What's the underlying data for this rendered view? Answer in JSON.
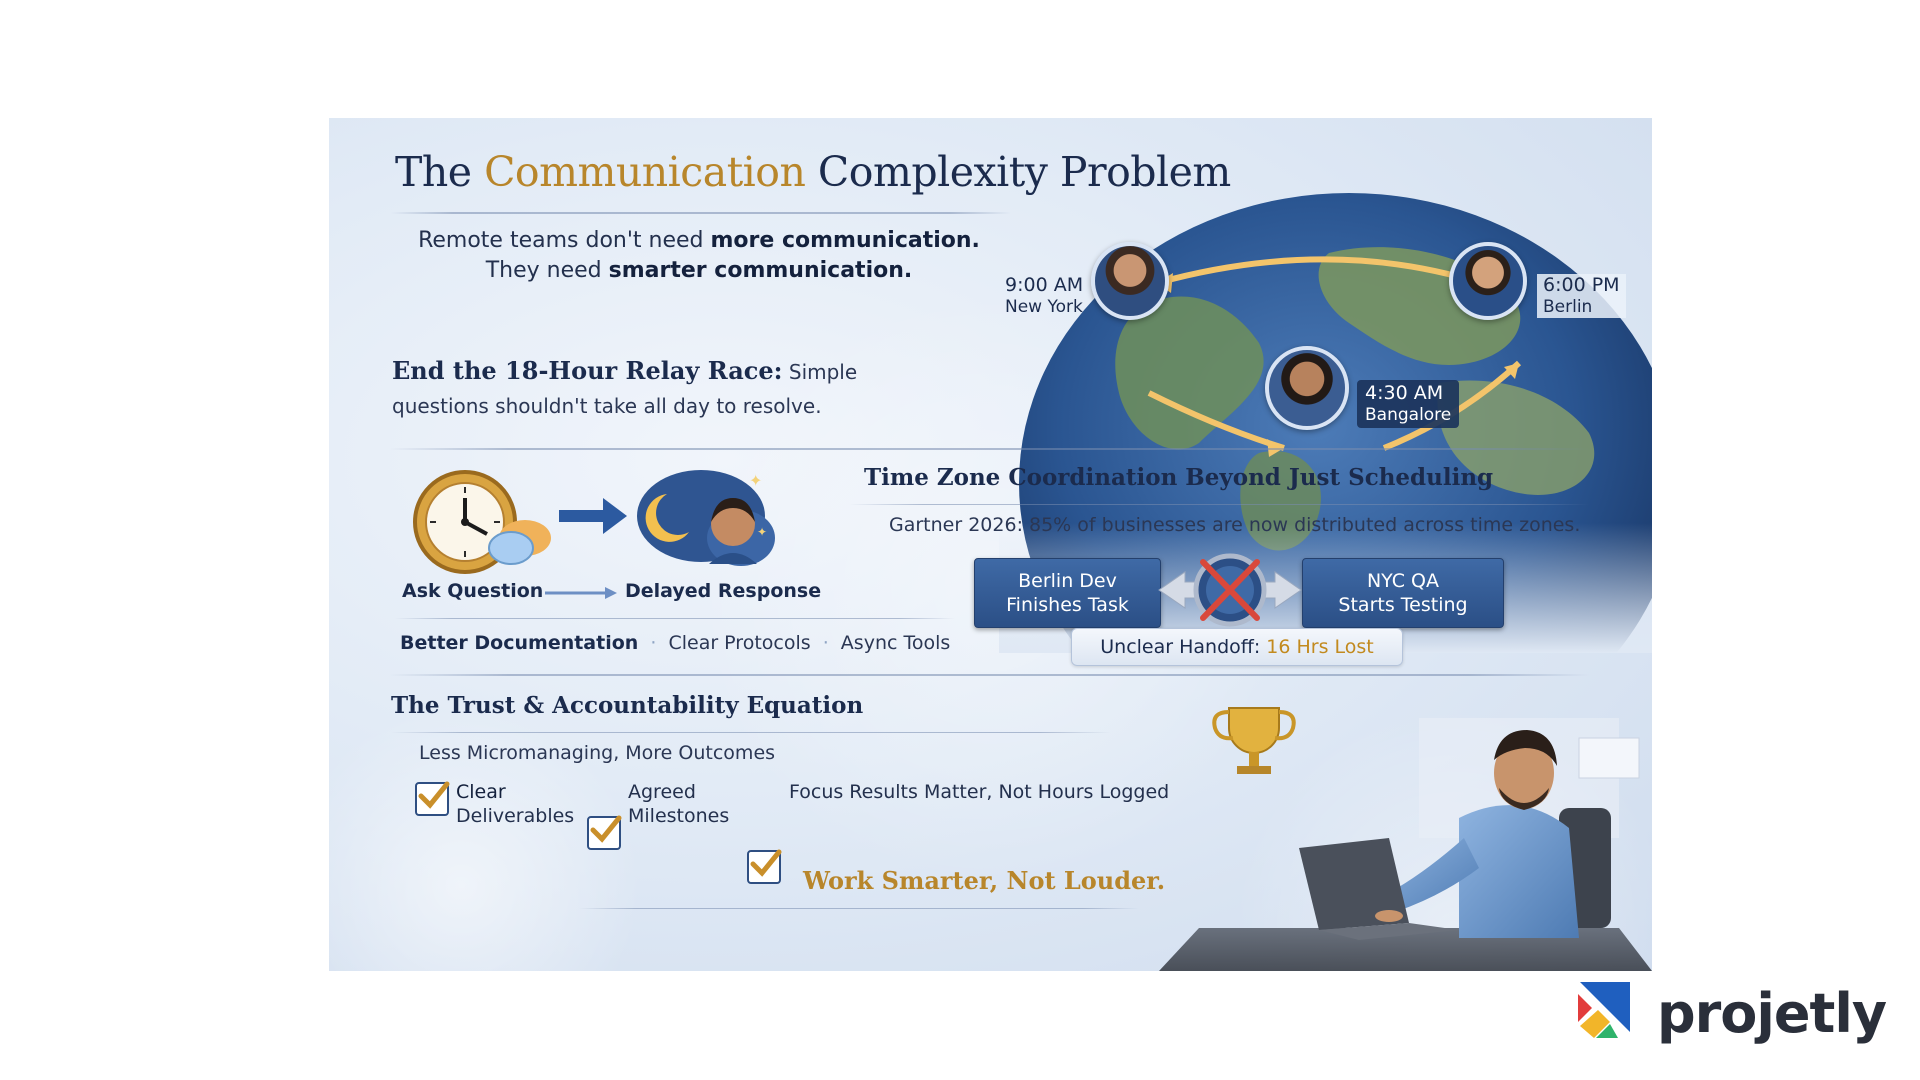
{
  "title": {
    "part1": "The ",
    "highlight": "Communication",
    "part2": " Complexity Problem"
  },
  "tagline": {
    "line1_pre": "Remote teams don't need ",
    "line1_bold": "more communication.",
    "line2_pre": "They need ",
    "line2_bold": "smarter communication."
  },
  "relay": {
    "heading": "End the 18-Hour Relay Race:",
    "text": " Simple questions shouldn't take all day to resolve."
  },
  "timezones": [
    {
      "time": "9:00 AM",
      "city": "New York"
    },
    {
      "time": "6:00 PM",
      "city": "Berlin"
    },
    {
      "time": "4:30 AM",
      "city": "Bangalore"
    }
  ],
  "delay_flow": {
    "ask_label": "Ask Question",
    "response_label": "Delayed Response",
    "tools": [
      "Better Documentation",
      "Clear Protocols",
      "Async Tools"
    ]
  },
  "coordination": {
    "heading": "Time Zone Coordination Beyond Just Scheduling",
    "stat": "Gartner 2026: 85% of businesses are now distributed across time zones.",
    "left_box": {
      "line1": "Berlin Dev",
      "line2": "Finishes Task"
    },
    "right_box": {
      "line1": "NYC QA",
      "line2": "Starts Testing"
    },
    "handoff_label": "Unclear Handoff:",
    "handoff_value": "16 Hrs Lost"
  },
  "trust": {
    "heading": "The Trust & Accountability Equation",
    "subtitle": "Less Micromanaging, More Outcomes",
    "checks": [
      {
        "line1": "Clear",
        "line2": "Deliverables"
      },
      {
        "line1": "Agreed",
        "line2": "Milestones"
      },
      {
        "line1": "Focus Results Matter, Not Hours Logged",
        "line2": ""
      }
    ],
    "footer": "Work Smarter, Not Louder."
  },
  "brand": {
    "name": "projetly"
  },
  "colors": {
    "navy": "#1b2b4d",
    "gold": "#b8862b",
    "blue_box": "#2b4f86",
    "accent_red": "#d9483b"
  }
}
